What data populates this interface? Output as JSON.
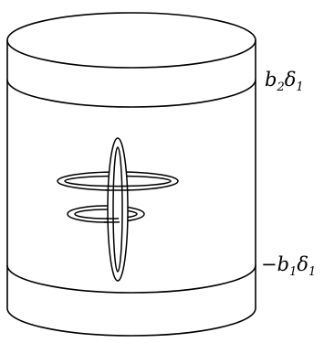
{
  "labels": {
    "upper": {
      "coef": "b",
      "coef_sub": "2",
      "sym": "δ",
      "sym_sub": "1"
    },
    "lower": {
      "sign": "−",
      "coef": "b",
      "coef_sub": "1",
      "sym": "δ",
      "sym_sub": "1"
    }
  },
  "colors": {
    "ink": "#000000",
    "paper": "#ffffff"
  }
}
